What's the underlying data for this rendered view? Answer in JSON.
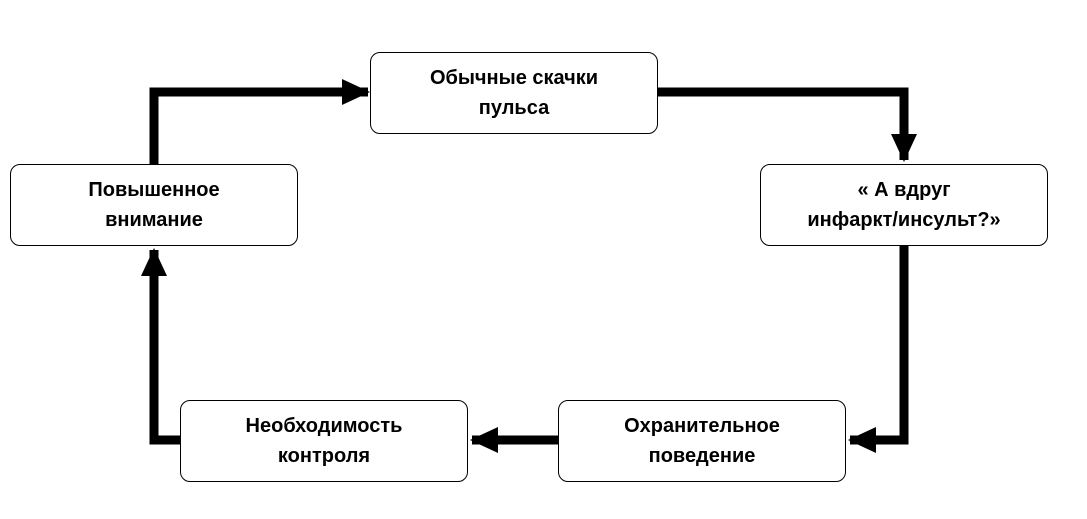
{
  "diagram": {
    "type": "cycle",
    "nodes": [
      {
        "id": "pulse_spikes",
        "lines": [
          "Обычные скачки",
          "пульса"
        ]
      },
      {
        "id": "what_if",
        "lines": [
          "« А вдруг",
          "инфаркт/инсульт?»"
        ]
      },
      {
        "id": "safety_behavior",
        "lines": [
          "Охранительное",
          "поведение"
        ]
      },
      {
        "id": "need_control",
        "lines": [
          "Необходимость",
          "контроля"
        ]
      },
      {
        "id": "heightened_attention",
        "lines": [
          "Повышенное",
          "внимание"
        ]
      }
    ],
    "edges": [
      {
        "from": "pulse_spikes",
        "to": "what_if"
      },
      {
        "from": "what_if",
        "to": "safety_behavior"
      },
      {
        "from": "safety_behavior",
        "to": "need_control"
      },
      {
        "from": "need_control",
        "to": "heightened_attention"
      },
      {
        "from": "heightened_attention",
        "to": "pulse_spikes"
      }
    ],
    "colors": {
      "stroke": "#000000",
      "fill": "#ffffff",
      "text": "#000000"
    }
  }
}
